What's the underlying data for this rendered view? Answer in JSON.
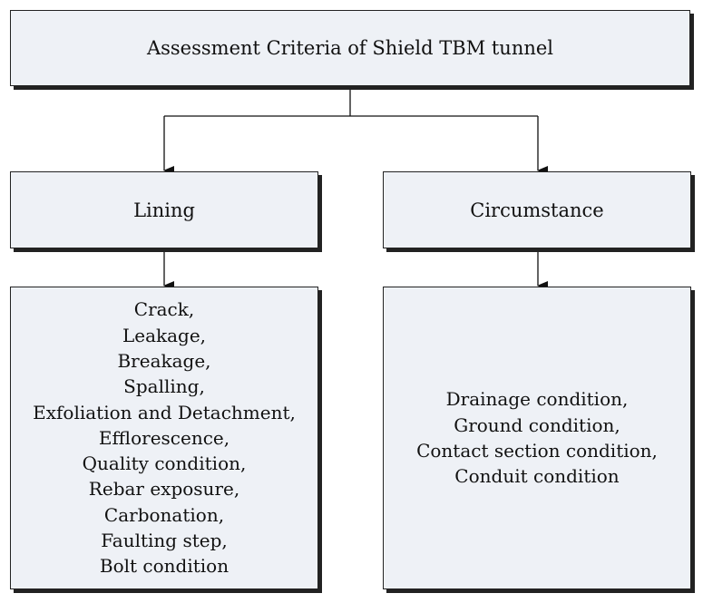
{
  "root": {
    "label": "Assessment Criteria of Shield TBM tunnel"
  },
  "branches": [
    {
      "label": "Lining",
      "items": [
        "Crack,",
        "Leakage,",
        "Breakage,",
        "Spalling,",
        "Exfoliation and Detachment,",
        "Efflorescence,",
        "Quality condition,",
        "Rebar exposure,",
        "Carbonation,",
        "Faulting step,",
        "Bolt condition"
      ]
    },
    {
      "label": "Circumstance",
      "items": [
        "Drainage condition,",
        "Ground condition,",
        "Contact section condition,",
        "Conduit condition"
      ]
    }
  ]
}
